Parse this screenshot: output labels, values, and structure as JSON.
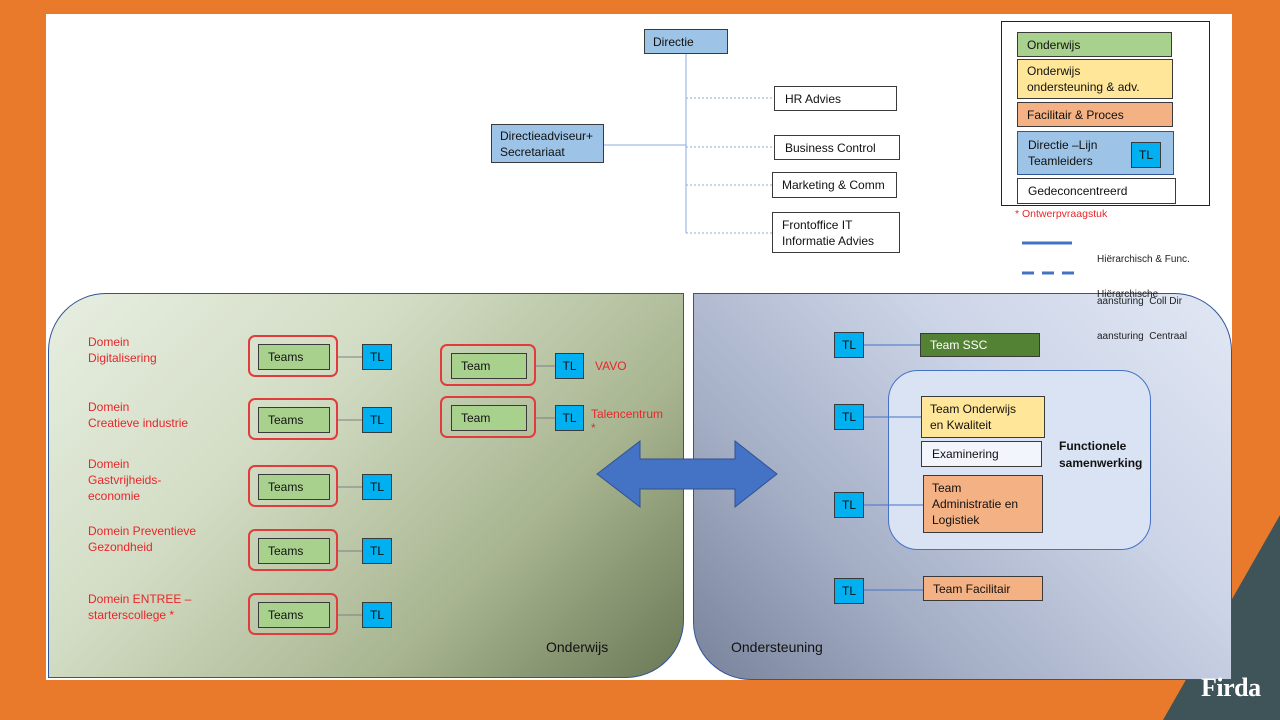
{
  "colors": {
    "background": "#E97A2C",
    "brand_dark": "#3E5458",
    "onderwijs": "#A9D18E",
    "onderwijs_ondersteuning": "#FFE699",
    "facilitair_proces": "#F4B183",
    "directie_lijn": "#9DC3E6",
    "teamleider": "#00B0F0",
    "team_ssc": "#548235",
    "arrow": "#4472C4",
    "ontwerpvraagstuk": "#E8262A"
  },
  "top": {
    "directie": "Directie",
    "directieadviseur": [
      "Directieadviseur+",
      "Secretariaat"
    ],
    "staff": {
      "hr_advies": "HR Advies",
      "business_control": "Business Control",
      "marketing_comm": "Marketing & Comm",
      "frontoffice": [
        "Frontoffice IT",
        "Informatie Advies"
      ]
    }
  },
  "legend": {
    "onderwijs": "Onderwijs",
    "onderwijs_ondersteuning": [
      "Onderwijs",
      "ondersteuning & adv."
    ],
    "facilitair_proces": "Facilitair & Proces",
    "directie_lijn": [
      "Directie –Lijn",
      "Teamleiders"
    ],
    "directie_lijn_tl": "TL",
    "gedeconcentreerd": "Gedeconcentreerd",
    "ontwerpvraagstuk": "* Ontwerpvraagstuk",
    "solid_line": [
      "Hiërarchisch & Func.",
      "aansturing  Coll Dir"
    ],
    "dashed_line": [
      "Hiërarchische",
      "aansturing  Centraal"
    ]
  },
  "onderwijs": {
    "title": "Onderwijs",
    "domains": [
      {
        "name": [
          "Domein",
          "Digitalisering"
        ],
        "team": "Teams",
        "tl": "TL"
      },
      {
        "name": [
          "Domein",
          "Creatieve industrie"
        ],
        "team": "Teams",
        "tl": "TL"
      },
      {
        "name": [
          "Domein",
          "Gastvrijheids-",
          "economie"
        ],
        "team": "Teams",
        "tl": "TL"
      },
      {
        "name": [
          "Domein Preventieve",
          "Gezondheid"
        ],
        "team": "Teams",
        "tl": "TL"
      },
      {
        "name": [
          "Domein ENTREE –",
          "starterscollege *"
        ],
        "team": "Teams",
        "tl": "TL"
      }
    ],
    "units": [
      {
        "team": "Team",
        "tl": "TL",
        "label": [
          "VAVO"
        ]
      },
      {
        "team": "Team",
        "tl": "TL",
        "label": [
          "Talencentrum",
          "*"
        ]
      }
    ]
  },
  "ondersteuning": {
    "title": "Ondersteuning",
    "team_ssc": {
      "tl": "TL",
      "name": "Team SSC"
    },
    "team_onderwijs_kwaliteit": {
      "tl": "TL",
      "name": [
        "Team Onderwijs",
        "en Kwaliteit"
      ]
    },
    "examinering": "Examinering",
    "team_administratie": {
      "tl": "TL",
      "name": [
        "Team",
        "Administratie en",
        "Logistiek"
      ]
    },
    "functionele_samenwerking": [
      "Functionele",
      "samenwerking"
    ],
    "team_facilitair": {
      "tl": "TL",
      "name": "Team Facilitair"
    }
  },
  "brand": {
    "logo_text": "Firda"
  }
}
